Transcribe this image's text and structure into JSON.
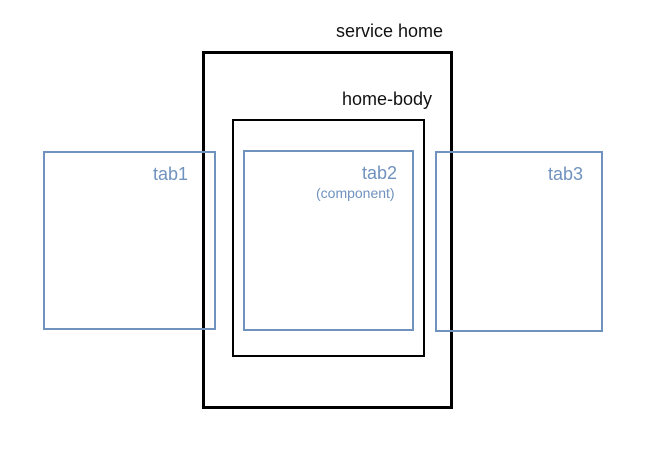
{
  "diagram": {
    "service_home": {
      "label": "service home"
    },
    "home_body": {
      "label": "home-body"
    },
    "tabs": [
      {
        "label": "tab1",
        "sublabel": ""
      },
      {
        "label": "tab2",
        "sublabel": "(component)"
      },
      {
        "label": "tab3",
        "sublabel": ""
      }
    ]
  },
  "colors": {
    "container_border": "#000000",
    "tab_border": "#7092be",
    "tab_text": "#7092be"
  }
}
